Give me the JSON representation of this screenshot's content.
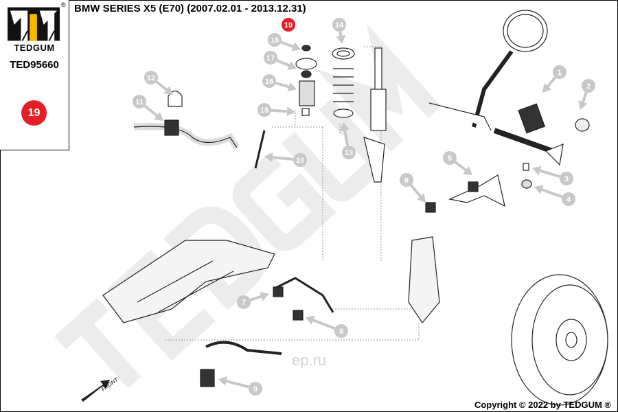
{
  "header": {
    "brand": "TEDGUM",
    "registered_mark": "®",
    "part_number": "TED95660",
    "highlight_number": "19",
    "title": "BMW SERIES X5 (E70)  (2007.02.01 - 2013.12.31)"
  },
  "watermark": {
    "text": "TEDGUM",
    "secondary": "ep.ru"
  },
  "front_label": "FRONT",
  "callouts": [
    "1",
    "2",
    "3",
    "4",
    "5",
    "6",
    "7",
    "8",
    "9",
    "10",
    "11",
    "12",
    "13",
    "14",
    "15",
    "16",
    "17",
    "18",
    "19"
  ],
  "highlighted_callout": "19",
  "colors": {
    "accent": "#e31e24",
    "logo_yellow": "#f5b800",
    "callout_grey": "#c8c8c8"
  },
  "footer": {
    "copyright": "Copyright © 2022 by TEDGUM ®"
  }
}
